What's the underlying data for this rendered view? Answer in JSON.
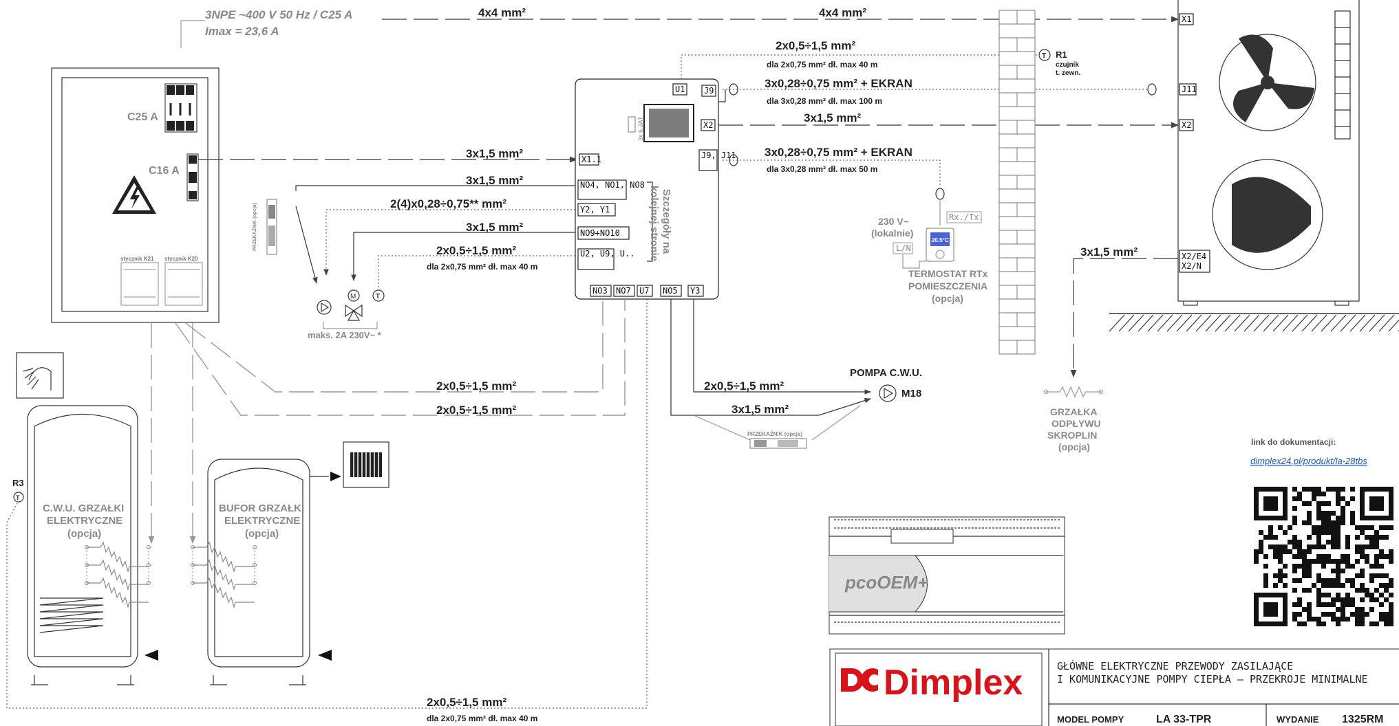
{
  "supply": {
    "line1": "3NPE ~400 V 50 Hz  / C25 A",
    "line2": "Imax = 23,6 A"
  },
  "cables": {
    "c4x4_a": "4x4 mm²",
    "c4x4_b": "4x4 mm²",
    "sensor_cable": "2x0,5÷1,5 mm²",
    "sensor_note": "dla 2x0,75 mm² dł. max 40 m",
    "comm_j9": "3x0,28÷0,75 mm² + EKRAN",
    "comm_j9_note": "dla 3x0,28 mm² dł. max 100 m",
    "x2_cable": "3x1,5 mm²",
    "x11_cable": "3x1,5 mm²",
    "comm_j11": "3x0,28÷0,75 mm² + EKRAN",
    "comm_j11_note": "dla 3x0,28 mm² dł. max 50 m",
    "no_cable": "3x1,5 mm²",
    "y_cable": "2(4)x0,28÷0,75** mm²",
    "no9_cable": "3x1,5 mm²",
    "u2_cable": "2x0,5÷1,5 mm²",
    "u2_note": "dla 2x0,75 mm² dł. max 40 m",
    "x2e4_cable": "3x1,5 mm²",
    "heater_a": "2x0,5÷1,5 mm²",
    "heater_b": "2x0,5÷1,5 mm²",
    "pump_cable_a": "2x0,5÷1,5 mm²",
    "pump_cable_b": "3x1,5 mm²",
    "bottom_cable": "2x0,5÷1,5    mm²",
    "bottom_note": "dla 2x0,75 mm² dł. max 40 m"
  },
  "cabinet": {
    "c25": "C25 A",
    "c16": "C16 A",
    "k21": "stycznik K21",
    "k20": "stycznik K20"
  },
  "relay_left": "PRZEKAŹNIK (opcja)",
  "relay_bottom": "PRZEKAŹNIK (opcja)",
  "max_note": "maks. 2A 230V~ *",
  "controller": {
    "terminals": [
      "U1",
      "J9",
      "X2",
      "J9, J11",
      "X1.1"
    ],
    "groups": [
      "NO4, NO1, NO8",
      "Y2, Y1",
      "NO9+NO10",
      "U2, U9, U.."
    ],
    "bottom": [
      "NO3",
      "NO7",
      "U7",
      "NO5",
      "Y3"
    ],
    "fuse": "3x 6,3AT",
    "side_note": [
      "Szczegóły na",
      "kolejnej stronie"
    ]
  },
  "sensor_r1": {
    "id": "R1",
    "line1": "czujnik",
    "line2": "t. zewn."
  },
  "thermostat": {
    "supply1": "230 V~",
    "supply2": "(lokalnie)",
    "ln": "L/N",
    "rxtx": "Rx./Tx.",
    "display": "20.5°C",
    "name1": "TERMOSTAT RTx",
    "name2": "POMIESZCZENIA",
    "name3": "(opcja)"
  },
  "outdoor_unit": {
    "terminals": [
      "X1",
      "J11",
      "X2"
    ],
    "x2e4": [
      "X2/E4",
      "X2/N"
    ]
  },
  "pump": {
    "title": "POMPA C.W.U.",
    "id": "M18"
  },
  "condensate_heater": [
    "GRZAŁKA",
    "ODPŁYWU",
    "SKROPLIN",
    "(opcja)"
  ],
  "tank_cwu": [
    "C.W.U. GRZAŁKI",
    "ELEKTRYCZNE",
    "(opcja)"
  ],
  "tank_buffer": [
    "BUFOR GRZAŁKI",
    "ELEKTRYCZNE",
    "(opcja)"
  ],
  "sensor_r3": "R3",
  "doc_link": {
    "label": "link do dokumentacji:",
    "url": "dimplex24.pl/produkt/la-28tbs"
  },
  "pco": "pcoOEM+",
  "title_block": {
    "brand": "Dimplex",
    "title1": "GŁÓWNE ELEKTRYCZNE PRZEWODY ZASILAJĄCE",
    "title2": "I KOMUNIKACYJNE POMPY CIEPŁA – PRZEKROJE MINIMALNE",
    "model_label": "MODEL POMPY",
    "model_value": "LA 33-TPR",
    "issue_label": "WYDANIE",
    "issue_value": "1325RM"
  },
  "colors": {
    "brand_red": "#d7141a",
    "link_blue": "#1a56c4",
    "line": "#555555",
    "gray_text": "#8a8a8a"
  }
}
